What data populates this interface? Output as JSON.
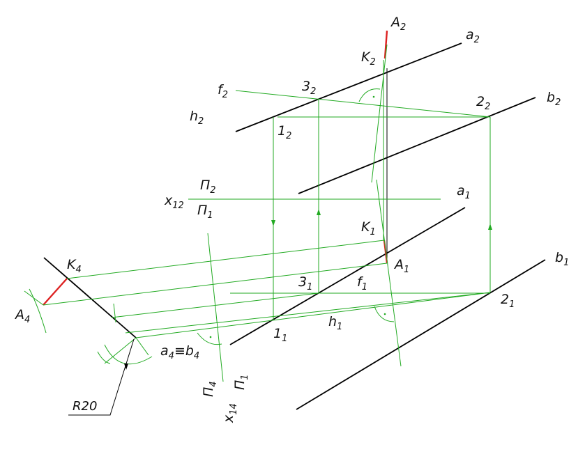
{
  "labels": {
    "A2": {
      "main": "A",
      "sub": "2"
    },
    "a2": {
      "main": "a",
      "sub": "2"
    },
    "K2": {
      "main": "K",
      "sub": "2"
    },
    "f2": {
      "main": "f",
      "sub": "2"
    },
    "p32": {
      "main": "3",
      "sub": "2"
    },
    "p22": {
      "main": "2",
      "sub": "2"
    },
    "b2": {
      "main": "b",
      "sub": "2"
    },
    "h2": {
      "main": "h",
      "sub": "2"
    },
    "p12": {
      "main": "1",
      "sub": "2"
    },
    "x12": {
      "main": "x",
      "sub": "12"
    },
    "Pi2": {
      "main": "Π",
      "sub": "2"
    },
    "Pi1": {
      "main": "Π",
      "sub": "1"
    },
    "a1": {
      "main": "a",
      "sub": "1"
    },
    "K1": {
      "main": "K",
      "sub": "1"
    },
    "A1": {
      "main": "A",
      "sub": "1"
    },
    "b1": {
      "main": "b",
      "sub": "1"
    },
    "K4": {
      "main": "K",
      "sub": "4"
    },
    "A4": {
      "main": "A",
      "sub": "4"
    },
    "p31": {
      "main": "3",
      "sub": "1"
    },
    "f1": {
      "main": "f",
      "sub": "1"
    },
    "p21": {
      "main": "2",
      "sub": "1"
    },
    "h1": {
      "main": "h",
      "sub": "1"
    },
    "p11": {
      "main": "1",
      "sub": "1"
    },
    "a4b4": {
      "main": "a",
      "sub1": "4",
      "mid": "≡b",
      "sub2": "4"
    },
    "Pi4v": {
      "main": "Π",
      "sub": "4"
    },
    "Pi1v": {
      "main": "Π",
      "sub": "1"
    },
    "x14": {
      "main": "x",
      "sub": "14"
    },
    "R20": "R20"
  },
  "colors": {
    "object_lines": "#000000",
    "construction_lines": "#22aa22",
    "result_segment": "#dd2222"
  }
}
